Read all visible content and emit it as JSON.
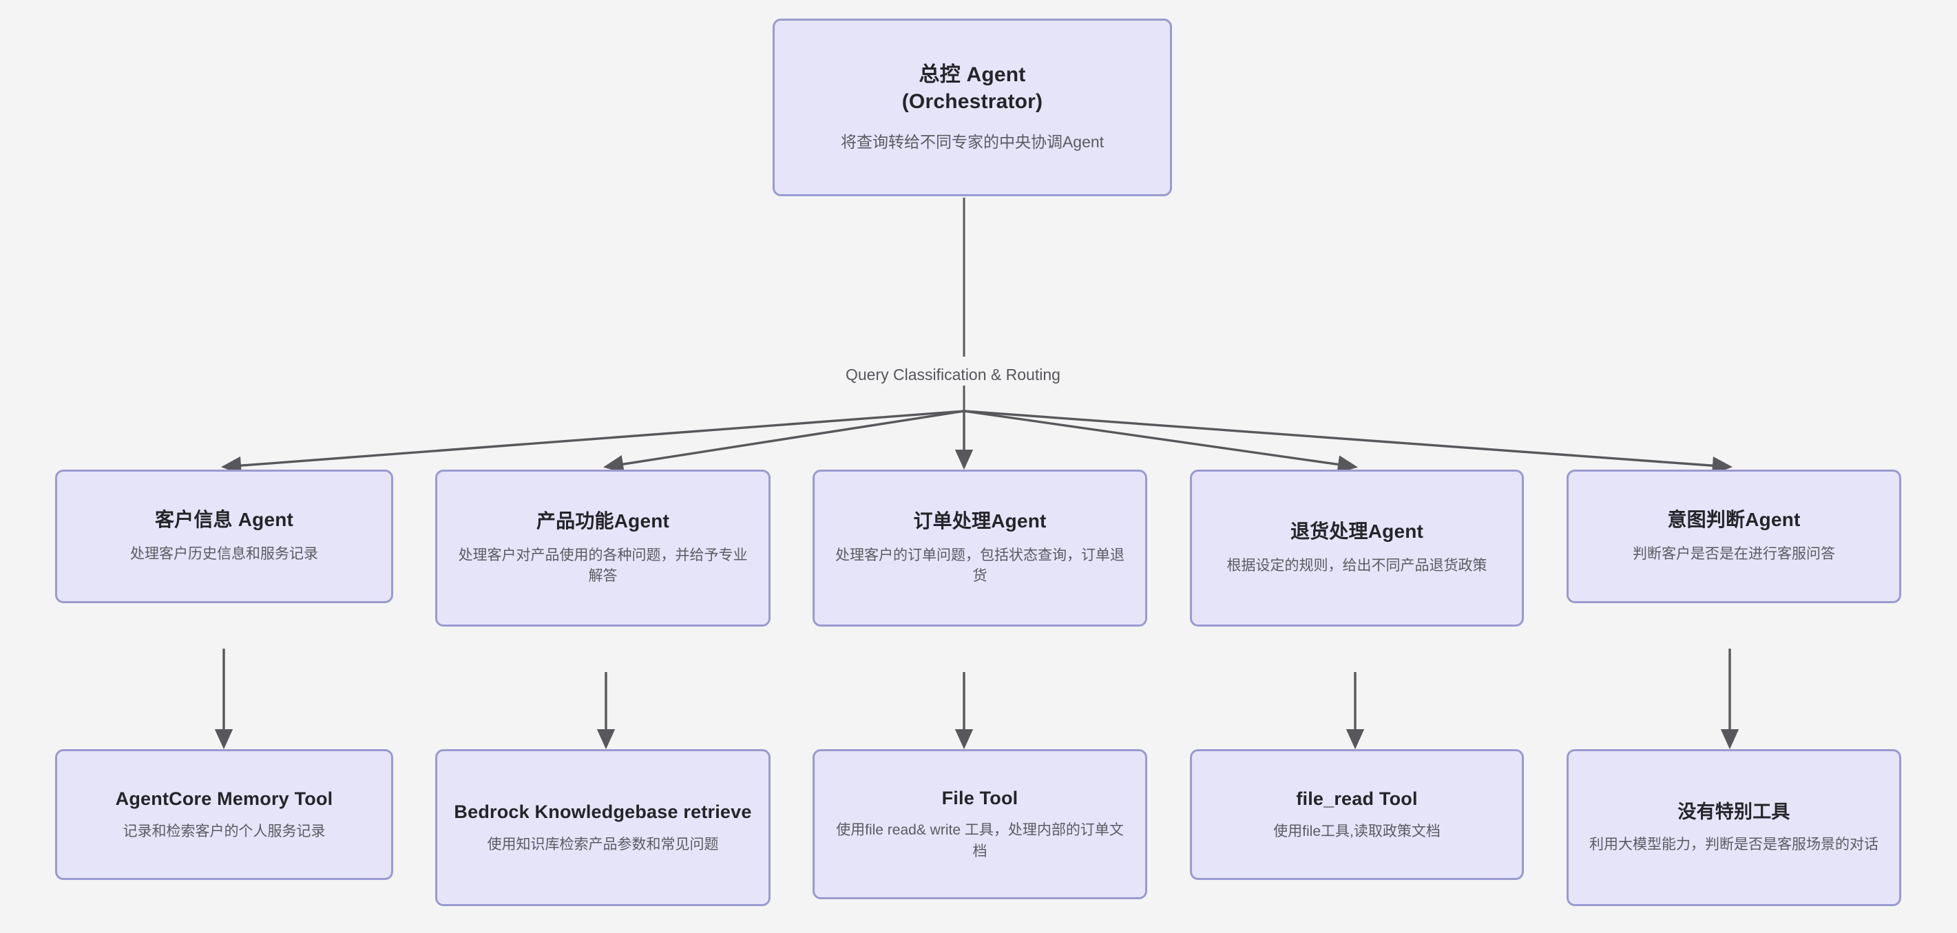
{
  "diagram": {
    "root": {
      "title_line1": "总控 Agent",
      "title_line2": "(Orchestrator)",
      "description": "将查询转给不同专家的中央协调Agent"
    },
    "routing_label": "Query Classification & Routing",
    "agents": [
      {
        "title": "客户信息 Agent",
        "description": "处理客户历史信息和服务记录"
      },
      {
        "title": "产品功能Agent",
        "description": "处理客户对产品使用的各种问题，并给予专业解答"
      },
      {
        "title": "订单处理Agent",
        "description": "处理客户的订单问题，包括状态查询，订单退货"
      },
      {
        "title": "退货处理Agent",
        "description": "根据设定的规则，给出不同产品退货政策"
      },
      {
        "title": "意图判断Agent",
        "description": "判断客户是否是在进行客服问答"
      }
    ],
    "tools": [
      {
        "title": "AgentCore Memory Tool",
        "description": "记录和检索客户的个人服务记录"
      },
      {
        "title": "Bedrock Knowledgebase retrieve",
        "description": "使用知识库检索产品参数和常见问题"
      },
      {
        "title": "File Tool",
        "description": "使用file read& write 工具，处理内部的订单文档"
      },
      {
        "title": "file_read Tool",
        "description": "使用file工具,读取政策文档"
      },
      {
        "title": "没有特别工具",
        "description": "利用大模型能力，判断是否是客服场景的对话"
      }
    ],
    "colors": {
      "node_fill": "#e6e4f8",
      "node_border": "#9a9ad0",
      "edge": "#58585c",
      "canvas_background": "#f4f4f4",
      "title_text": "#24242a",
      "description_text": "#5b5b63"
    }
  }
}
